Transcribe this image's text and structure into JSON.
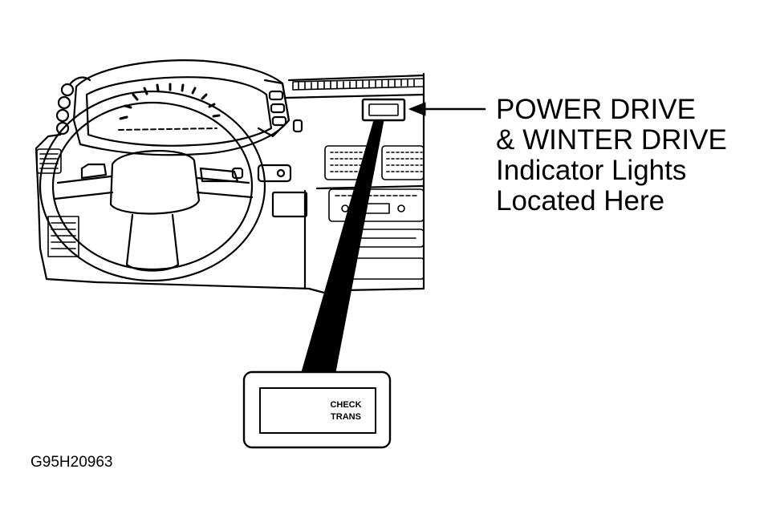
{
  "callout": {
    "line1": "POWER DRIVE",
    "line2": "& WINTER DRIVE",
    "line3": "Indicator Lights",
    "line4": "Located Here"
  },
  "inset": {
    "label_line1": "CHECK",
    "label_line2": "TRANS"
  },
  "figure_id": "G95H20963"
}
